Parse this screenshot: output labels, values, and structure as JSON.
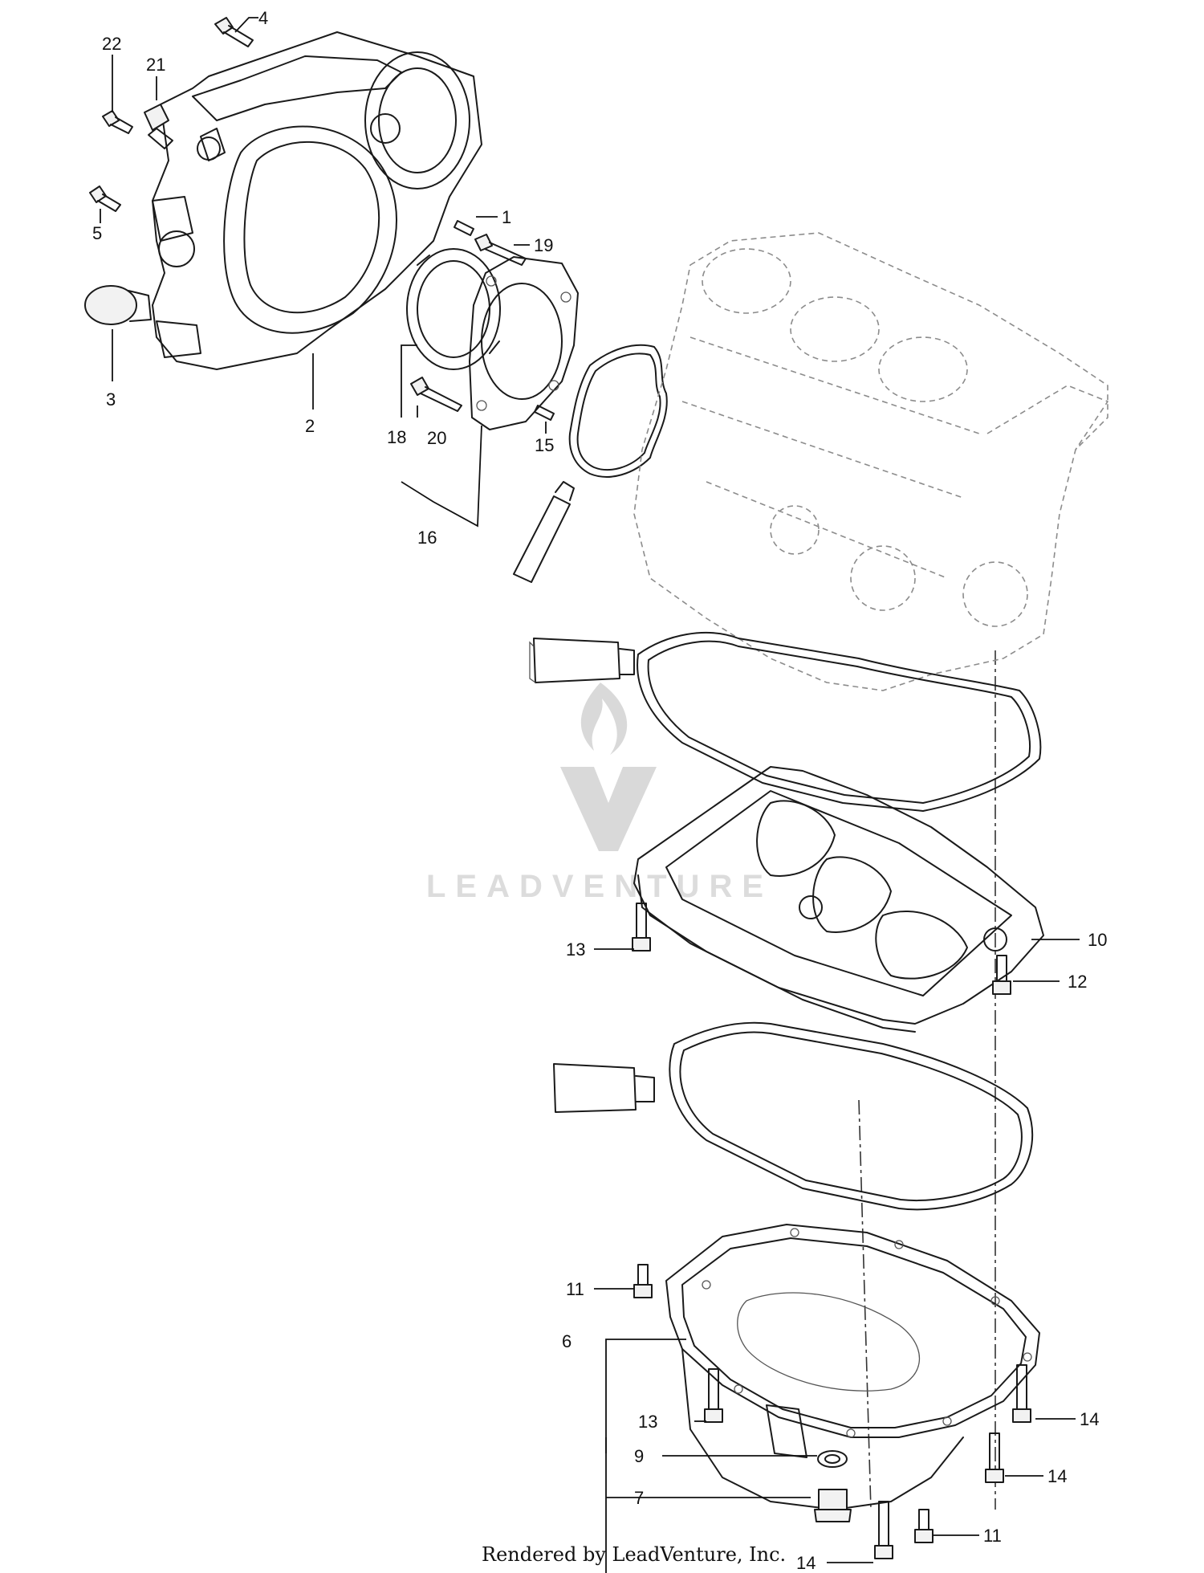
{
  "watermark": {
    "text": "LEADVENTURE"
  },
  "footer": {
    "text": "Rendered by LeadVenture, Inc."
  },
  "callouts": {
    "c1": "1",
    "c2": "2",
    "c3": "3",
    "c4": "4",
    "c5": "5",
    "c6": "6",
    "c7": "7",
    "c9": "9",
    "c10": "10",
    "c11a": "11",
    "c11b": "11",
    "c12": "12",
    "c13a": "13",
    "c13b": "13",
    "c14a": "14",
    "c14b": "14",
    "c14c": "14",
    "c15": "15",
    "c16": "16",
    "c18": "18",
    "c19": "19",
    "c20": "20",
    "c21": "21",
    "c22": "22"
  }
}
